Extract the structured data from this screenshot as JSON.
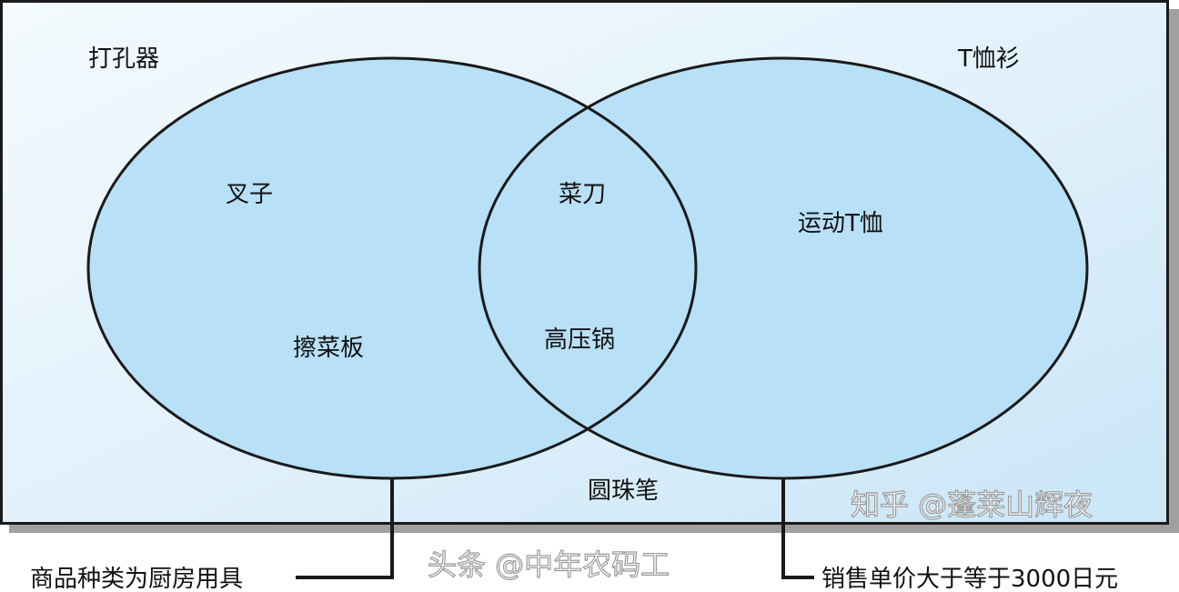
{
  "diagram": {
    "type": "venn",
    "sets": [
      {
        "name": "商品种类为厨房用具"
      },
      {
        "name": "销售单价大于等于3000日元"
      }
    ],
    "outside_items": [
      "打孔器",
      "T恤衫",
      "圆珠笔"
    ],
    "left_only_items": [
      "叉子",
      "擦菜板"
    ],
    "intersection_items": [
      "菜刀",
      "高压锅"
    ],
    "right_only_items": [
      "运动T恤"
    ],
    "colors": {
      "fill": "#b8e0f6",
      "background_light": "#f2f9fd",
      "background_dark": "#c8e6f7",
      "outline": "#1a1a1a",
      "shadow": "#a0a0a0"
    }
  },
  "watermarks": [
    "知乎 @蓬莱山辉夜",
    "头条 @中年农码工"
  ]
}
